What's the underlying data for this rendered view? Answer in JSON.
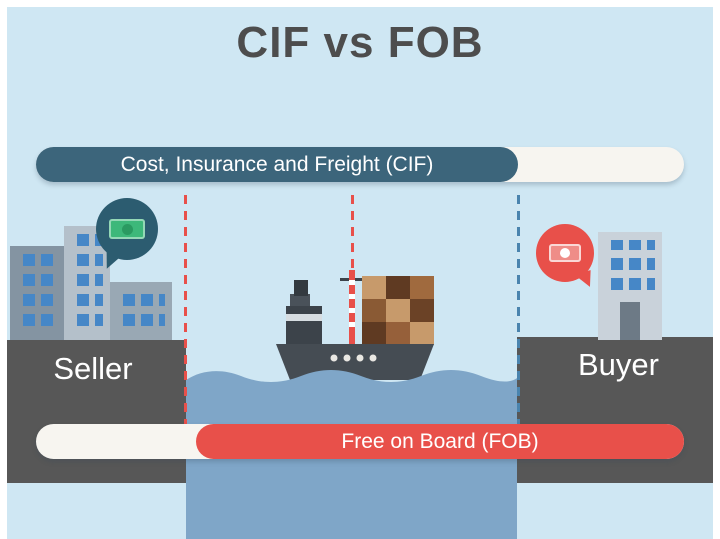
{
  "title": "CIF vs FOB",
  "cif_bar": {
    "label": "Cost, Insurance and Freight (CIF)",
    "color": "#3c657b"
  },
  "fob_bar": {
    "label": "Free on Board (FOB)",
    "color": "#e8504a"
  },
  "seller": {
    "label": "Seller"
  },
  "buyer": {
    "label": "Buyer"
  },
  "colors": {
    "background": "#cfe7f3",
    "water": "#7fa6c8",
    "platform": "#575757",
    "dashed_red": "#e8504a",
    "dashed_blue": "#4a84ae",
    "bubble_teal": "#2c5c70",
    "cash_green": "#3db87a"
  },
  "icons": [
    "cash-icon",
    "speech-bubble-icon",
    "cargo-ship-icon",
    "city-buildings-icon",
    "office-building-icon"
  ]
}
